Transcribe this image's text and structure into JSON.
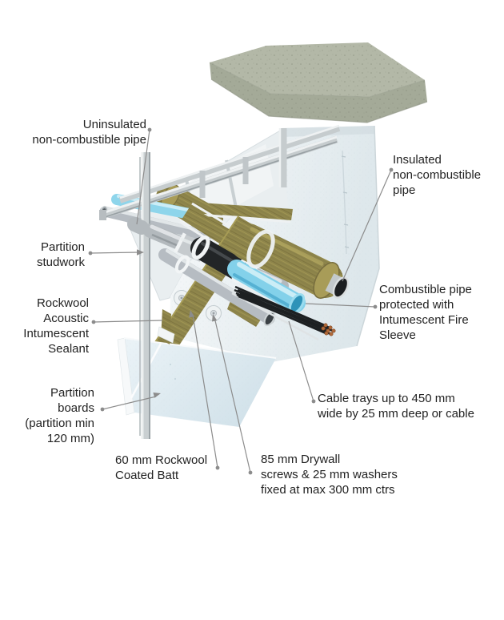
{
  "figure": {
    "labels": {
      "uninsulated_pipe": "Uninsulated\nnon-combustible pipe",
      "partition_studwork": "Partition\nstudwork",
      "acoustic_sealant": "Rockwool\nAcoustic\nIntumescent\nSealant",
      "partition_boards": "Partition\nboards\n(partition min\n120 mm)",
      "insulated_pipe": "Insulated\nnon-combustible\npipe",
      "combustible_pipe": "Combustible pipe\nprotected with\nIntumescent Fire\nSleeve",
      "cable_trays": "Cable trays up to 450 mm\nwide by 25 mm deep or cable",
      "coated_batt": "60 mm Rockwool\nCoated Batt",
      "drywall_screws": "85 mm Drywall\nscrews & 25 mm washers\nfixed at max 300 mm ctrs"
    },
    "colors": {
      "background": "#ffffff",
      "text": "#222222",
      "leader_line": "#8c8c8c",
      "concrete_top": "#b3b8a7",
      "concrete_front": "#a4aa98",
      "wall_face": "#eef3f5",
      "board_face": "#dfecf2",
      "rockwool": "#8e854b",
      "pipe_blue": "#83d1ea",
      "pipe_metal": "#b6bcc2",
      "fire_sleeve": "#222527",
      "cables": "#1d2022",
      "cable_copper": "#b26a38"
    }
  }
}
